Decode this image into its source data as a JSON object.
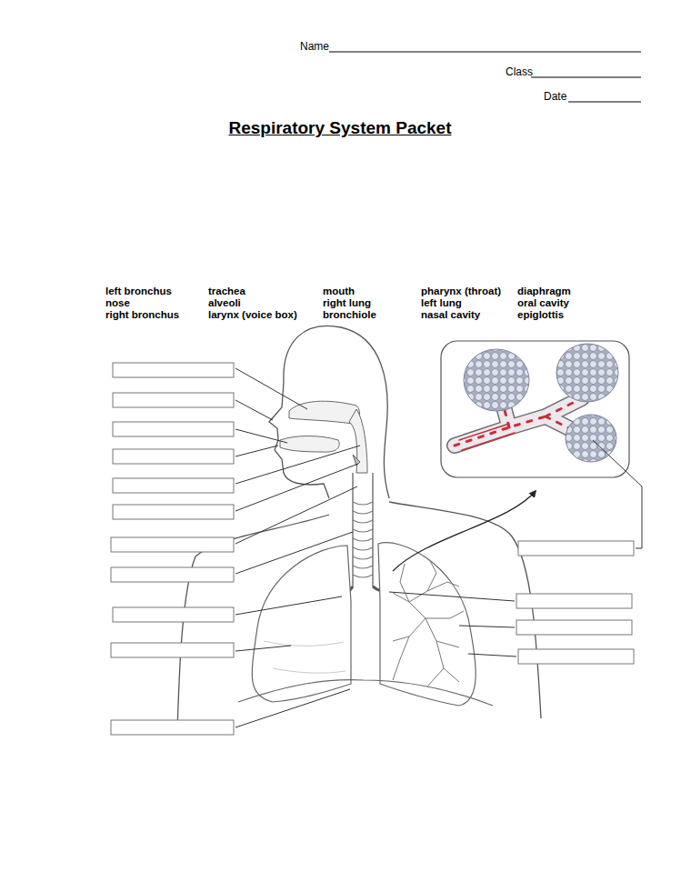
{
  "diagram": {
    "title": "Respiratory System Packet",
    "labels": [
      "Name",
      "Class",
      "Date",
      "left bronchus",
      "trachea",
      "mouth",
      "pharynx (throat)",
      "diaphragm",
      "nose",
      "alveoli",
      "right lung",
      "left lung",
      "oral cavity",
      "right bronchus",
      "larynx (voice box)",
      "bronchiole",
      "nasal cavity",
      "epiglottis"
    ]
  }
}
